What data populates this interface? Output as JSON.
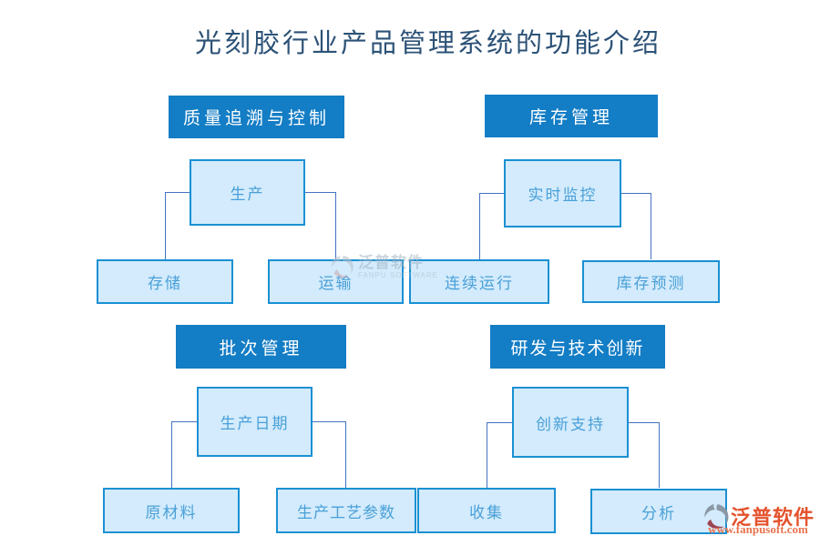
{
  "title": "光刻胶行业产品管理系统的功能介绍",
  "sections": [
    {
      "header": "质量追溯与控制",
      "parent": "生产",
      "children": [
        "存储",
        "运输"
      ]
    },
    {
      "header": "库存管理",
      "parent": "实时监控",
      "children": [
        "连续运行",
        "库存预测"
      ]
    },
    {
      "header": "批次管理",
      "parent": "生产日期",
      "children": [
        "原材料",
        "生产工艺参数"
      ]
    },
    {
      "header": "研发与技术创新",
      "parent": "创新支持",
      "children": [
        "收集",
        "分析"
      ]
    }
  ],
  "watermark": {
    "brand": "泛普软件",
    "subtext": "FANPU SOFTWARE"
  },
  "logo": {
    "brand": "泛普软件",
    "url_text": "www.fanpusoft.com"
  },
  "colors": {
    "header_bg": "#137dc5",
    "header_text": "#ffffff",
    "node_bg": "#d3ebfc",
    "node_border": "#1a90d3",
    "node_text": "#4aa0d8",
    "connector": "#4472c4",
    "title_text": "#2c5277",
    "logo_red": "#e4532d",
    "logo_url_orange": "#e8734e",
    "logo_gray": "#8b98a6",
    "logo_maroon": "#9e4452"
  }
}
